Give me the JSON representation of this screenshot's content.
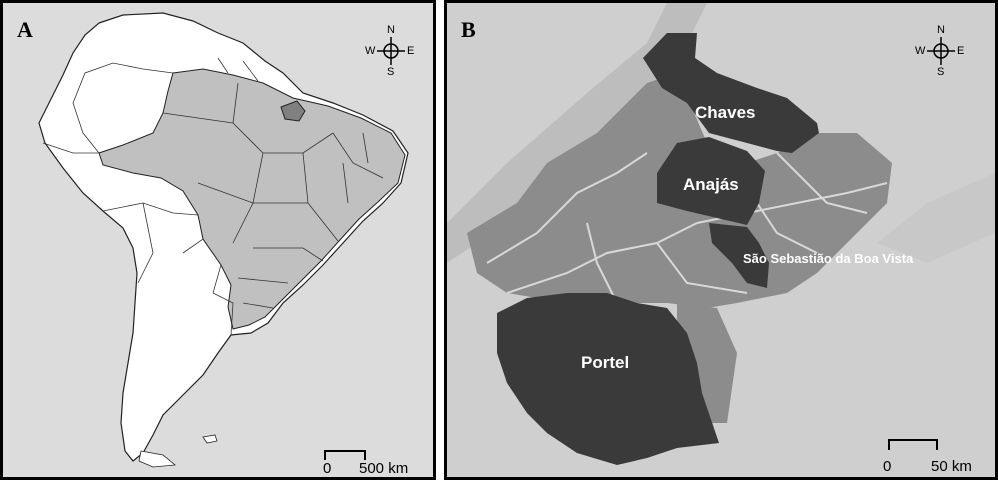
{
  "panel_a": {
    "letter": "A",
    "compass": {
      "n": "N",
      "s": "S",
      "e": "E",
      "w": "W"
    },
    "scale": {
      "zero": "0",
      "value": "500 km"
    },
    "colors": {
      "sea": "#dcdcdc",
      "land": "#ffffff",
      "brazil_states": "#c0c0c0",
      "highlight_state": "#808080",
      "border": "#222222"
    }
  },
  "panel_b": {
    "letter": "B",
    "compass": {
      "n": "N",
      "s": "S",
      "e": "E",
      "w": "W"
    },
    "scale": {
      "zero": "0",
      "value": "50 km"
    },
    "regions": {
      "chaves": "Chaves",
      "anajas": "Anajás",
      "sao_sebastiao": "São Sebastião da Boa Vista",
      "portel": "Portel"
    },
    "colors": {
      "background": "#cfcfcf",
      "other_municipalities": "#8c8c8c",
      "highlighted_municipalities": "#3a3a3a",
      "rivers": "#d8d8d8"
    }
  }
}
